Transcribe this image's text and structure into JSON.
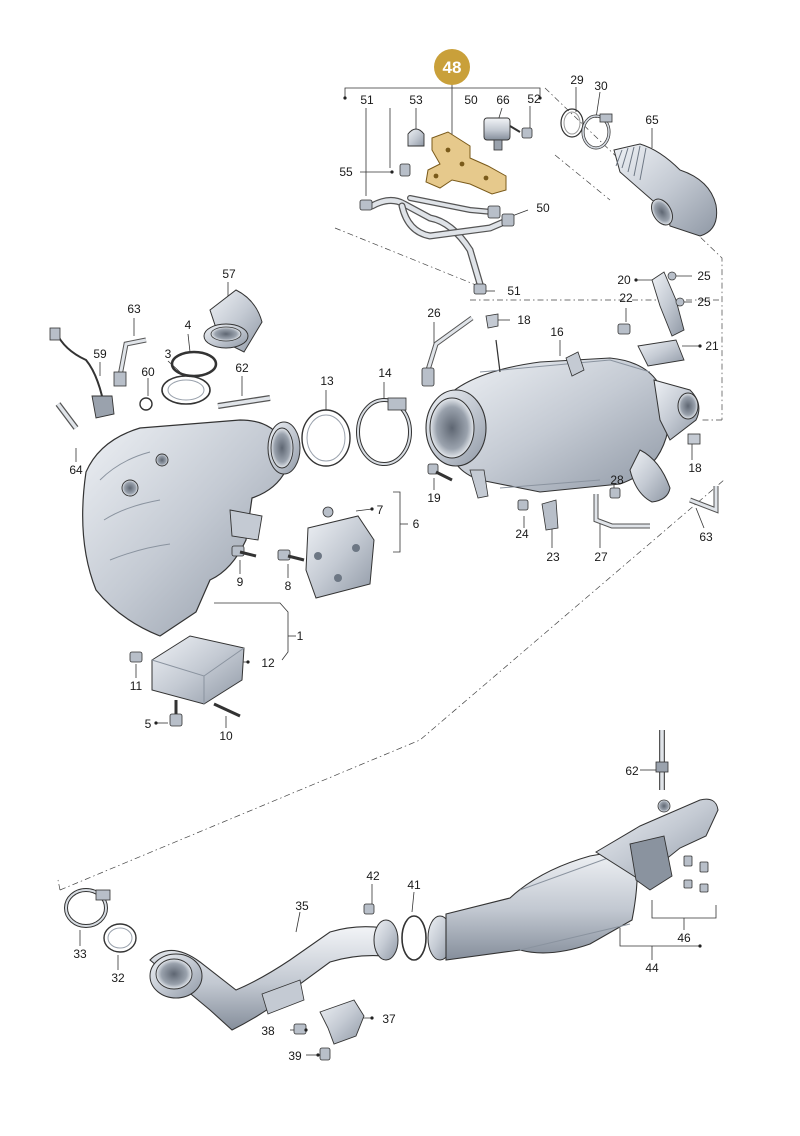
{
  "diagram": {
    "highlight": {
      "label": "48",
      "color": "#c9a03a"
    },
    "colors": {
      "part_fill": "#d3d8e0",
      "part_shade": "#a9b1bd",
      "part_dark": "#6d7784",
      "bracket_highlight": "#e6c98c",
      "line": "#333333"
    },
    "labels": {
      "l51a": "51",
      "l53": "53",
      "l50a": "50",
      "l66": "66",
      "l52": "52",
      "l29": "29",
      "l30": "30",
      "l65": "65",
      "l55": "55",
      "l50b": "50",
      "l20": "20",
      "l25a": "25",
      "l22": "22",
      "l25b": "25",
      "l51b": "51",
      "l57": "57",
      "l63a": "63",
      "l4": "4",
      "l26": "26",
      "l18a": "18",
      "l16": "16",
      "l59": "59",
      "l3": "3",
      "l60": "60",
      "l62a": "62",
      "l21": "21",
      "l13": "13",
      "l14": "14",
      "l64": "64",
      "l18b": "18",
      "l19": "19",
      "l28": "28",
      "l7": "7",
      "l6": "6",
      "l24": "24",
      "l63b": "63",
      "l23": "23",
      "l27": "27",
      "l9": "9",
      "l8": "8",
      "l1": "1",
      "l12": "12",
      "l11": "11",
      "l5": "5",
      "l10": "10",
      "l62b": "62",
      "l42": "42",
      "l41": "41",
      "l35": "35",
      "l46": "46",
      "l33": "33",
      "l32": "32",
      "l44": "44",
      "l38": "38",
      "l37": "37",
      "l39": "39"
    }
  }
}
